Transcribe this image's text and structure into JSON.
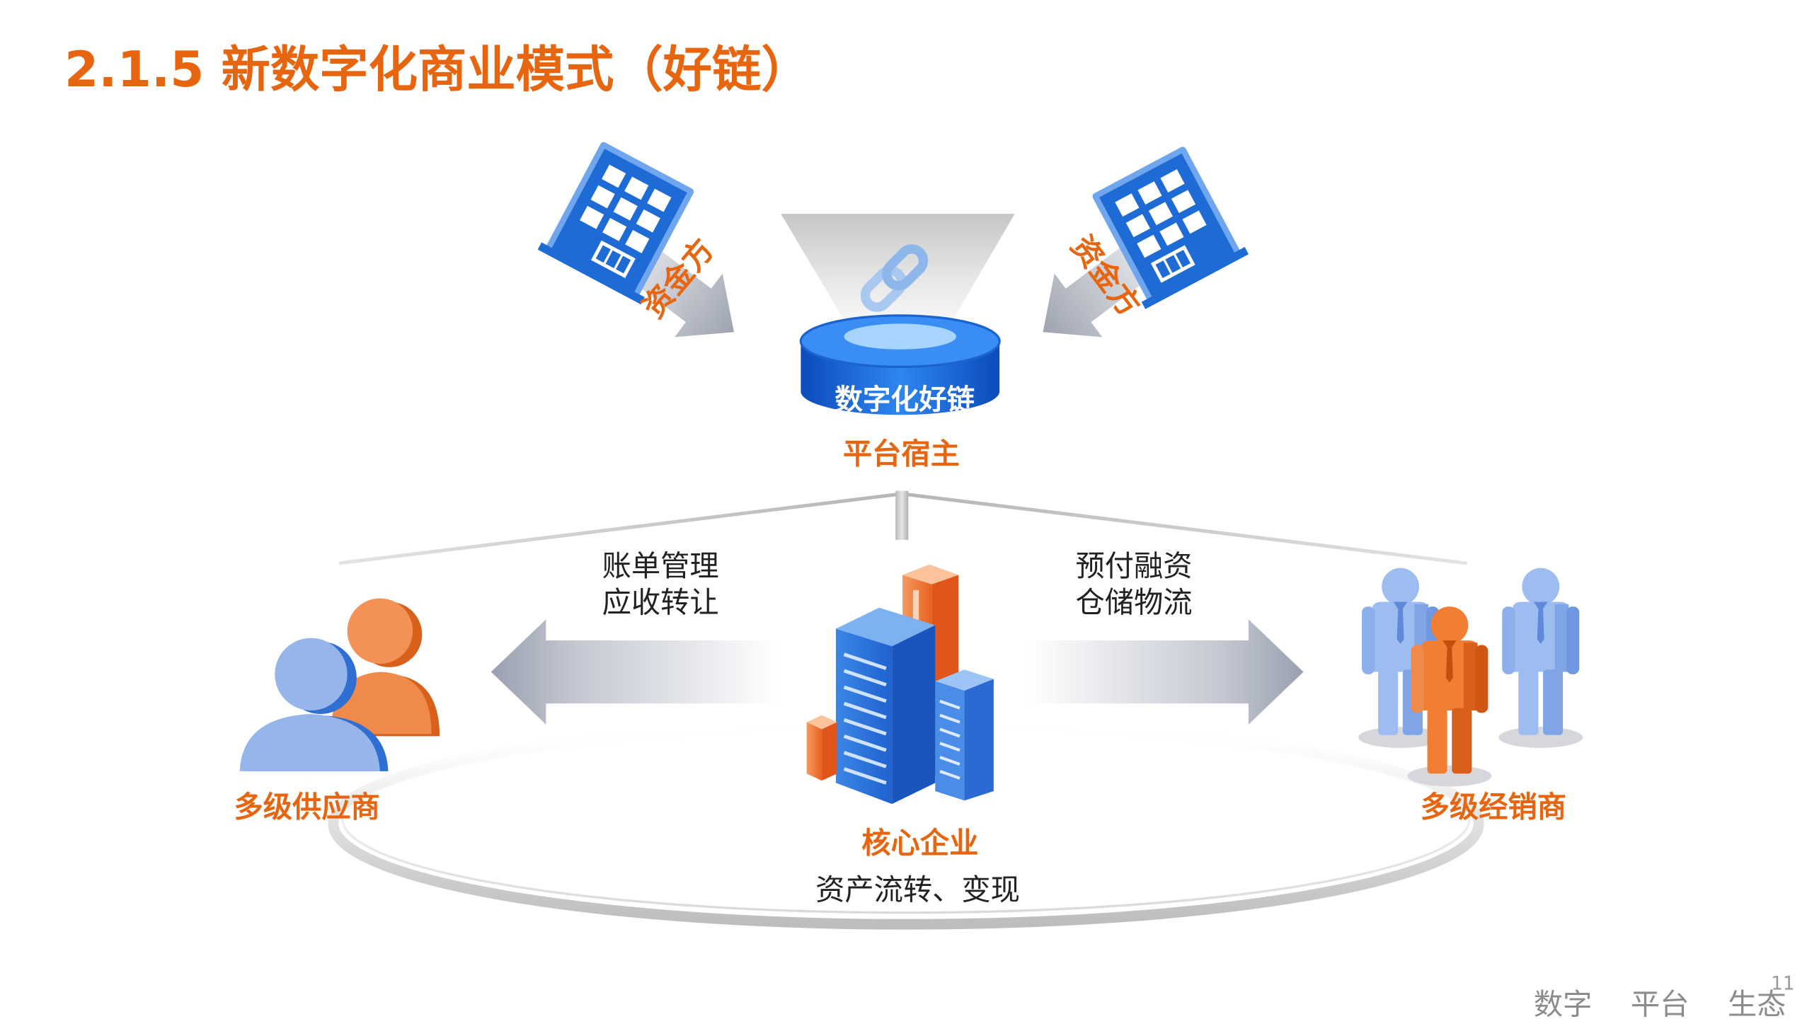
{
  "slide": {
    "title": "2.1.5 新数字化商业模式（好链）",
    "page_number": "11",
    "footer": [
      "数字",
      "平台",
      "生态"
    ]
  },
  "diagram": {
    "platform": {
      "disc_label": "数字化好链",
      "role": "平台宿主"
    },
    "funders": {
      "left": "资金方",
      "right": "资金方"
    },
    "left_flow": {
      "line1": "账单管理",
      "line2": "应收转让"
    },
    "right_flow": {
      "line1": "预付融资",
      "line2": "仓储物流"
    },
    "core": {
      "label": "核心企业",
      "caption": "资产流转、变现"
    },
    "suppliers": {
      "label": "多级供应商"
    },
    "distributors": {
      "label": "多级经销商"
    }
  },
  "icons": {
    "funder": "building-icon",
    "platform": "chain-link-icon",
    "platform_base": "platform-disc-icon",
    "core": "office-towers-icon",
    "suppliers": "users-icon",
    "distributors": "businessmen-icon",
    "flow": "arrow-icon"
  },
  "colors": {
    "accent": "#E8650F",
    "primary_blue": "#1E6BD6",
    "light_blue": "#95B5EB",
    "text": "#222222",
    "muted": "#8C8C8C",
    "arrow_gray": "#9EA4B0"
  }
}
